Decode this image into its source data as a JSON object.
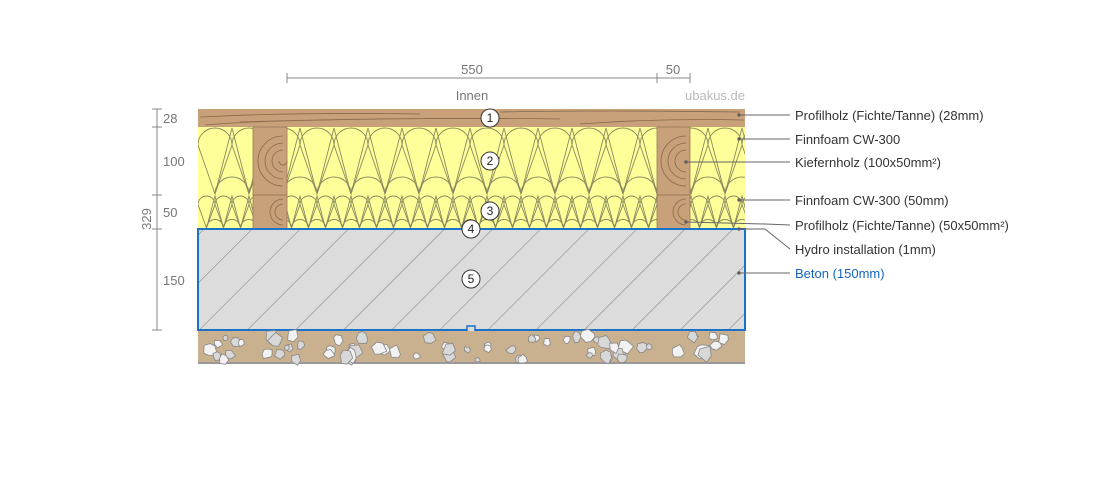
{
  "diagram": {
    "title": "Floor construction cross-section",
    "watermark": "ubakus.de",
    "side_label": "Innen",
    "horizontal_dimensions": [
      {
        "value": "550"
      },
      {
        "value": "50"
      }
    ],
    "vertical_dimensions": [
      {
        "value": "28"
      },
      {
        "value": "100"
      },
      {
        "value": "50"
      },
      {
        "value": "150"
      }
    ],
    "total_thickness": "329",
    "layer_markers": [
      "1",
      "2",
      "3",
      "4",
      "5"
    ],
    "legend": [
      {
        "label": "Profilholz (Fichte/Tanne) (28mm)",
        "active": false
      },
      {
        "label": "Finnfoam CW-300",
        "active": false
      },
      {
        "label": "Kiefernholz (100x50mm²)",
        "active": false
      },
      {
        "label": "Finnfoam CW-300 (50mm)",
        "active": false
      },
      {
        "label": "Profilholz (Fichte/Tanne) (50x50mm²)",
        "active": false
      },
      {
        "label": "Hydro installation (1mm)",
        "active": false
      },
      {
        "label": "Beton (150mm)",
        "active": true
      }
    ],
    "colors": {
      "wood": "#c8a07a",
      "insulation": "#ffff99",
      "concrete": "#dcdcdc",
      "gravel_bed": "#c9b08e",
      "selection": "#1a73c8",
      "active_label": "#1565c0"
    }
  }
}
